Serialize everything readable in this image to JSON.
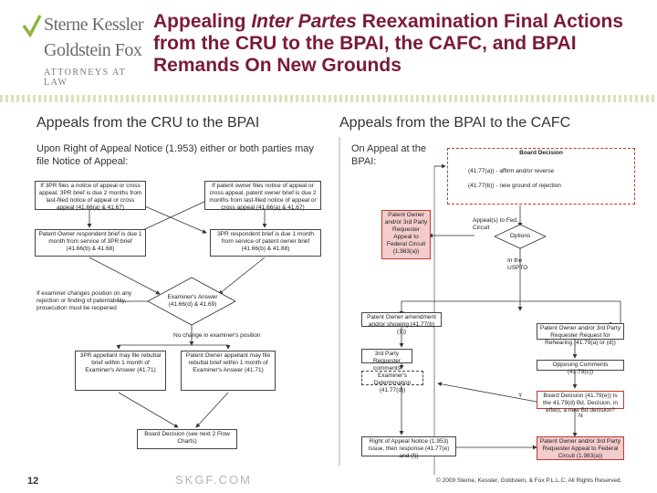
{
  "logo": {
    "line1": "Sterne Kessler",
    "line2": "Goldstein Fox",
    "line3": "ATTORNEYS AT LAW"
  },
  "title": {
    "part1": "Appealing ",
    "italic": "Inter Partes",
    "part2": " Reexamination Final Actions from the CRU to the BPAI, the CAFC, and BPAI Remands On New Grounds"
  },
  "left": {
    "heading": "Appeals from the CRU to the BPAI",
    "subheading": "Upon Right of Appeal Notice (1.953) either or both parties may file Notice of Appeal:",
    "boxes": {
      "b1": "If 3PR files a notice of appeal or cross appeal, 3PR brief is due 2 months from last-filed notice of appeal or cross appeal (41.66(a) & 41.67)",
      "b2": "If patent owner files notice of appeal or cross appeal, patent owner brief is due 2 months from last-filed notice of appeal or cross appeal (41.66(a) & 41.67)",
      "b3": "Patent Owner respondent brief is due 1 month from service of 3PR brief (41.66(b) & 41.68)",
      "b4": "3PR respondent brief is due 1 month from service of patent owner brief (41.66(b) & 41.68)",
      "b5": "Examiner's Answer (41.66(d) & 41.69)",
      "b6": "3PR appellant may file rebuttal brief within 1 month of Examiner's Answer (41.71)",
      "b7": "Patent Owner appellant may file rebuttal brief within 1 month of Examiner's Answer (41.71)",
      "b8": "Board Decision (see next 2 Flow Charts)"
    },
    "labels": {
      "l1": "If examiner changes position on any rejection or finding of patentability, prosecution must be reopened",
      "l2": "No change in examiner's position"
    }
  },
  "right": {
    "heading": "Appeals from the BPAI to the CAFC",
    "subheading": "On Appeal at the BPAI:",
    "boxes": {
      "r1": "Board Decision",
      "r1a": "(41.77(a)) - affirm and/or reverse",
      "r1b": "(41.77(b)) - new ground of rejection",
      "r2": "Patent Owner and/or 3rd Party Requester Appeal to Federal Circuit (1.983(a))",
      "r3": "Options",
      "r4": "Patent Owner amendment and/or showing (41.77(b)(1))",
      "r5": "Patent Owner and/or 3rd Party Requester Request for Rehearing (41.79(a) or (d))",
      "r6": "3rd Party Requester comments (41.77(c))",
      "r7": "Opposing Comments (41.79(c))",
      "r8": "Examiner's Determination (41.77(d))",
      "r9": "Board Decision (41.79(e)) Is the 41.79(d) Bd. Decision, in effect, a new Bd decision?",
      "r10": "Right of Appeal Notice (1.953) Issue, then response (41.77(e) and (f))",
      "r11": "Patent Owner and/or 3rd Party Requester Appeal to Federal Circuit (1.983(a))"
    },
    "labels": {
      "rl1": "Appeal(s) to Fed. Circuit",
      "rl2": "In the USPTO",
      "rl3": "Y",
      "rl4": "N"
    }
  },
  "footer": {
    "page": "12",
    "site": "SKGF.COM",
    "copyright": "© 2009 Sterne, Kessler, Goldstein, & Fox P.L.L.C. All Rights Reserved."
  }
}
